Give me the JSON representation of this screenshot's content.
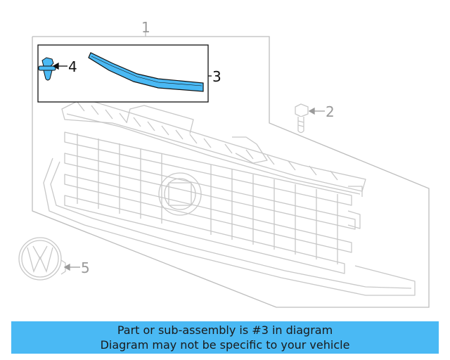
{
  "diagram": {
    "callouts": {
      "c1": "1",
      "c2": "2",
      "c3": "3",
      "c4": "4",
      "c5": "5"
    },
    "colors": {
      "highlight": "#4ab9f4",
      "line_dark": "#111111",
      "line_gray": "#bbbbbb",
      "callout_gray": "#9a9a9a"
    }
  },
  "banner": {
    "line1": "Part or sub-assembly is #3 in diagram",
    "line2": "Diagram may not be specific to your vehicle"
  }
}
